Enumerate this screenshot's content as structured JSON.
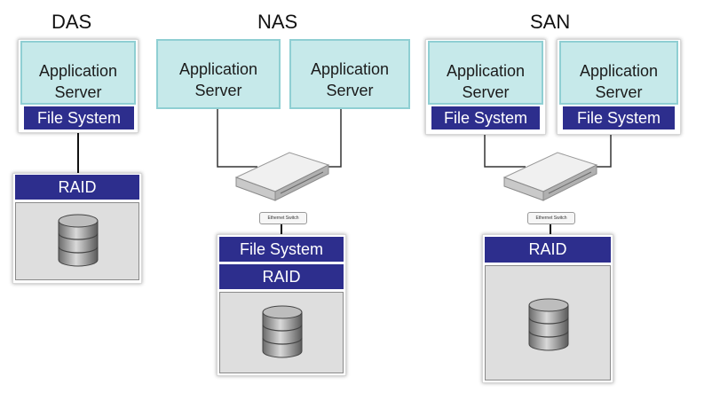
{
  "das": {
    "title": "DAS",
    "app_line1": "Application",
    "app_line2": "Server",
    "fs": "File System",
    "raid": "RAID"
  },
  "nas": {
    "title": "NAS",
    "app_line1": "Application",
    "app_line2": "Server",
    "switch_label": "Ethernet Switch",
    "fs": "File System",
    "raid": "RAID"
  },
  "san": {
    "title": "SAN",
    "app_line1": "Application",
    "app_line2": "Server",
    "fs": "File System",
    "switch_label": "Ethernet Switch",
    "raid": "RAID"
  },
  "colors": {
    "app_fill": "#c6e9ea",
    "app_border": "#8fcfd3",
    "bar_fill": "#2d2e8d",
    "storage_fill": "#dedede"
  },
  "icons": [
    "database-icon",
    "network-switch-icon"
  ]
}
